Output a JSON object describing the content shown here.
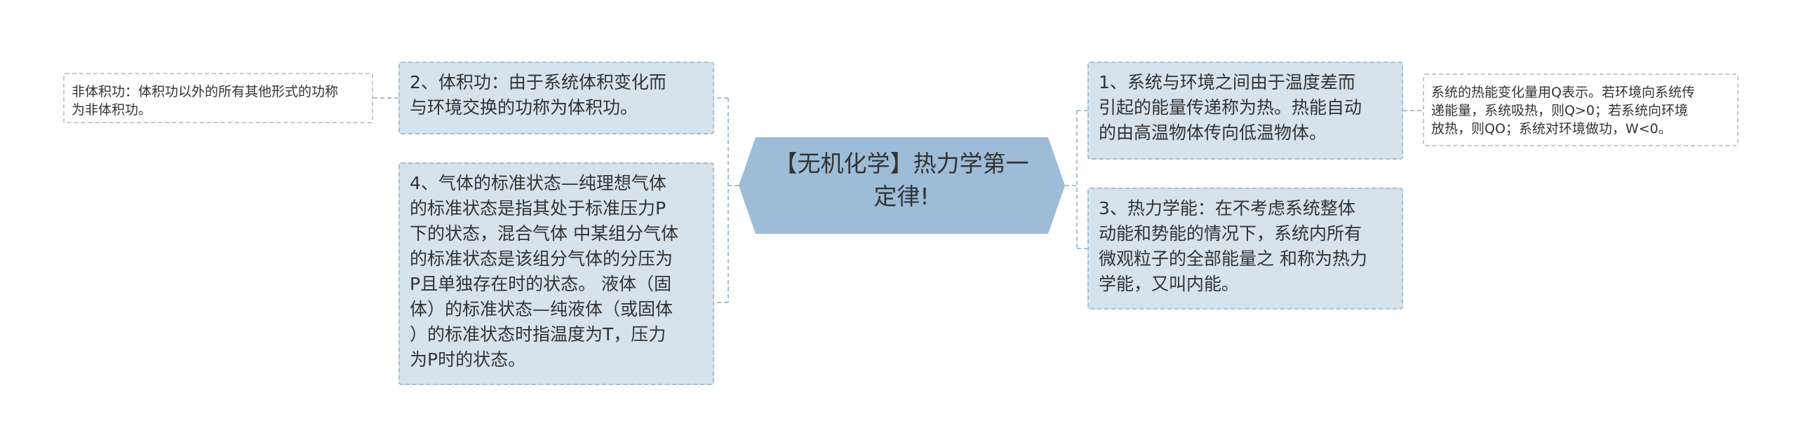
{
  "root": {
    "title": "【无机化学】热力学第一\n定律!"
  },
  "left": {
    "node2": "2、体积功：由于系统体积变化而\n与环境交换的功称为体积功。",
    "node4": "4、气体的标准状态—纯理想气体\n的标准状态是指其处于标准压力P\n下的状态，混合气体 中某组分气体\n的标准状态是该组分气体的分压为\nP且单独存在时的状态。 液体（固\n体）的标准状态—纯液体（或固体\n）的标准状态时指温度为T，压力\n为P时的状态。",
    "note2": "非体积功：体积功以外的所有其他形式的功称\n为非体积功。"
  },
  "right": {
    "node1": "1、系统与环境之间由于温度差而\n引起的能量传递称为热。热能自动\n的由高温物体传向低温物体。",
    "node3": "3、热力学能：在不考虑系统整体\n动能和势能的情况下，系统内所有\n微观粒子的全部能量之 和称为热力\n学能，又叫内能。",
    "note1": "系统的热能变化量用Q表示。若环境向系统传\n递能量，系统吸热，则Q>0；若系统向环境\n放热，则QO；系统对环境做功，W<0。"
  },
  "colors": {
    "root_fill": "#9dbcd8",
    "box_fill": "#d6e2ec",
    "box_border": "#a9bfd0",
    "connector": "#a9bfd0",
    "note_border": "#c8c8c8"
  }
}
